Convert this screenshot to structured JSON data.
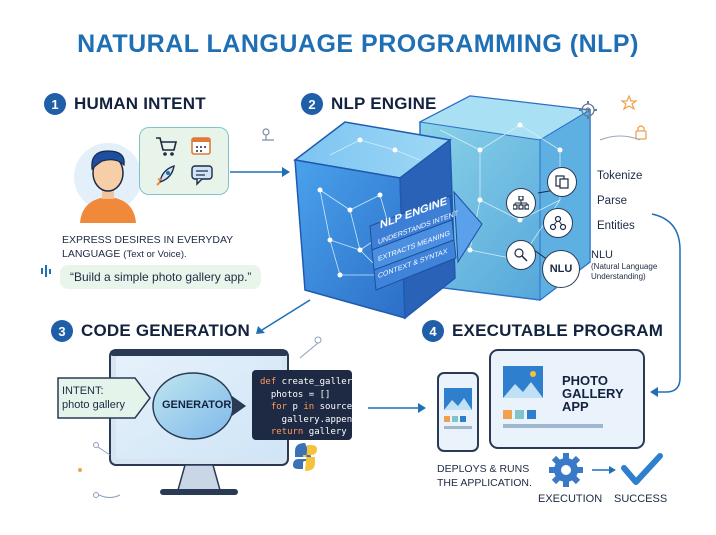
{
  "title": "NATURAL LANGUAGE PROGRAMMING (NLP)",
  "step1": {
    "number": "1",
    "title": "HUMAN INTENT",
    "desc_line1": "EXPRESS DESIRES IN EVERYDAY",
    "desc_line2": "LANGUAGE",
    "desc_small": "(Text or Voice).",
    "quote": "“Build a simple photo gallery app.”"
  },
  "step2": {
    "number": "2",
    "title": "NLP ENGINE",
    "banner_title": "NLP ENGINE",
    "banner_lines": [
      "UNDERSTANDS INTENT",
      "EXTRACTS MEANING",
      "CONTEXT & SYNTAX"
    ],
    "features": [
      {
        "label": "Tokenize",
        "icon": "tokenize-icon"
      },
      {
        "label": "Parse",
        "icon": "parse-tree-icon"
      },
      {
        "label": "Entities",
        "icon": "entities-icon"
      }
    ],
    "nlu_badge": "NLU",
    "nlu_label": "NLU",
    "nlu_sub_line1": "(Natural Language",
    "nlu_sub_line2": "Understanding)"
  },
  "step3": {
    "number": "3",
    "title": "CODE GENERATION",
    "intent_line1": "INTENT:",
    "intent_line2": "photo gallery",
    "generator": "GENERATOR",
    "code": {
      "l1_kw": "def",
      "l1": " create_gallery():",
      "l2": "  photos = []",
      "l3_kw": "  for",
      "l3_a": " p ",
      "l3_kw2": "in",
      "l3_b": " source:",
      "l4": "    gallery.append(p)",
      "l5_kw": "  return",
      "l5": " gallery"
    }
  },
  "step4": {
    "number": "4",
    "title": "EXECUTABLE PROGRAM",
    "app_line1": "PHOTO",
    "app_line2": "GALLERY",
    "app_line3": "APP",
    "deploy_line1": "DEPLOYS & RUNS",
    "deploy_line2": "THE APPLICATION.",
    "execution": "EXECUTION",
    "success": "SUCCESS"
  },
  "colors": {
    "accent_blue": "#1f6fb5",
    "badge_blue": "#1f5fa8",
    "bubble_green": "#e8f4ea",
    "code_bg": "#1e2a44",
    "cube_blue": "#3f8fe0",
    "success_blue": "#2f7fcf",
    "orange": "#f0a050"
  }
}
